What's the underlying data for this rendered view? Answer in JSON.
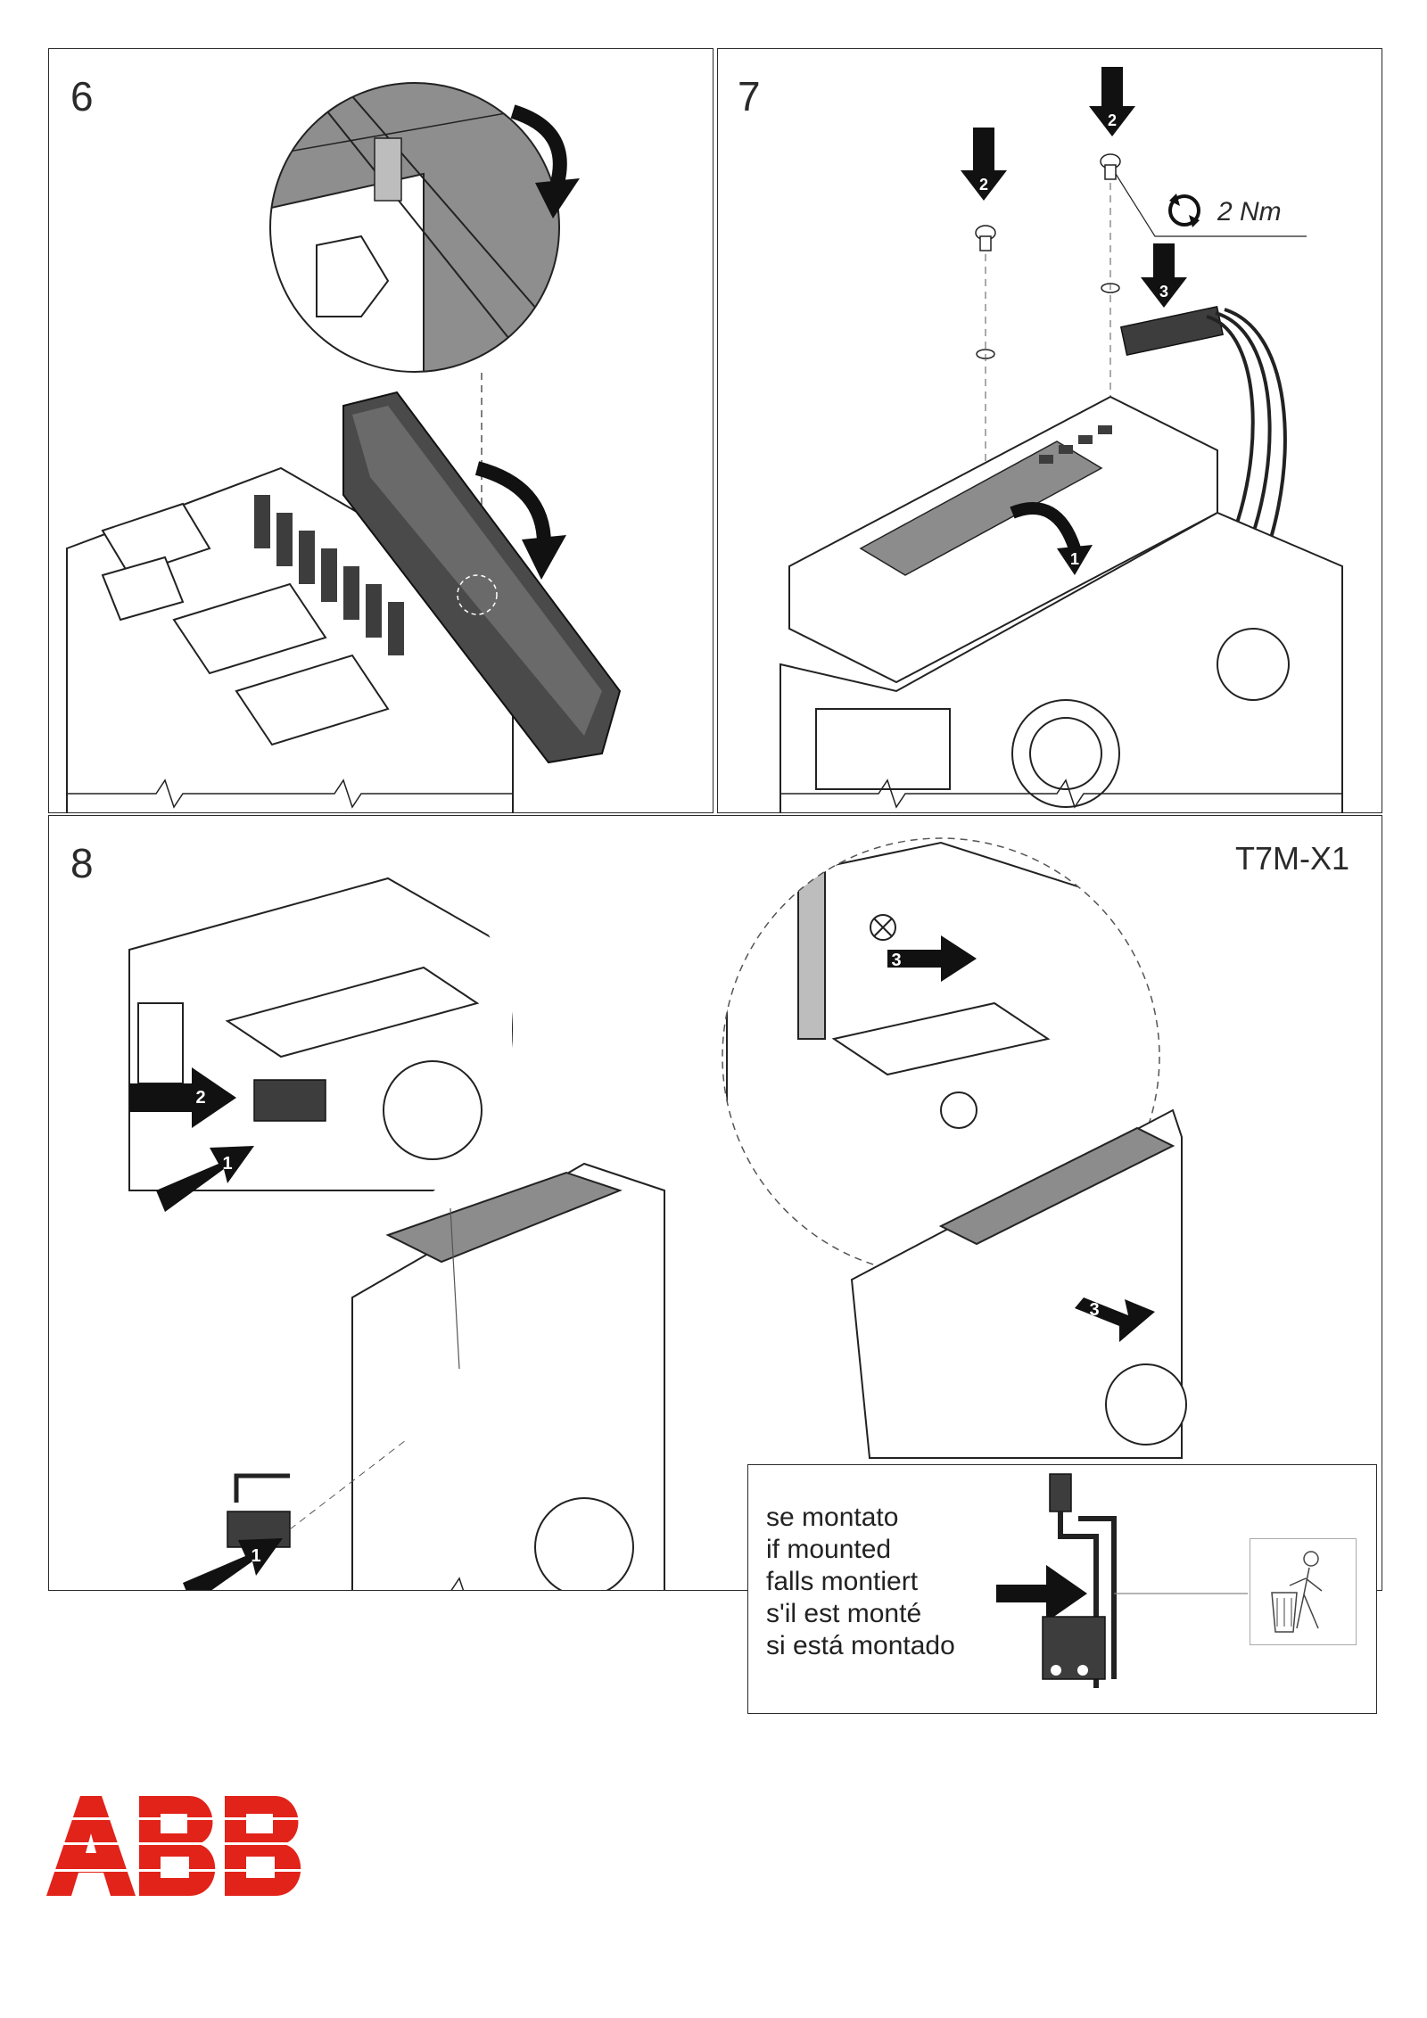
{
  "steps": {
    "s6": {
      "number": "6"
    },
    "s7": {
      "number": "7",
      "torque": "2 Nm",
      "callouts": [
        "2",
        "2",
        "3",
        "1"
      ]
    },
    "s8": {
      "number": "8",
      "model": "T7M-X1",
      "callouts": [
        "2",
        "1",
        "1",
        "3",
        "3"
      ]
    }
  },
  "note": {
    "lines": [
      "se montato",
      "if mounted",
      "falls montiert",
      "s'il est monté",
      "si está montado"
    ],
    "icon": "trash-disposal-icon"
  },
  "brand": {
    "logo_text": "ABB",
    "color": "#e2231a"
  },
  "colors": {
    "ink": "#2a2a2a",
    "screen_gray": "#8c8c8c",
    "dark_part": "#3d3d3d"
  }
}
